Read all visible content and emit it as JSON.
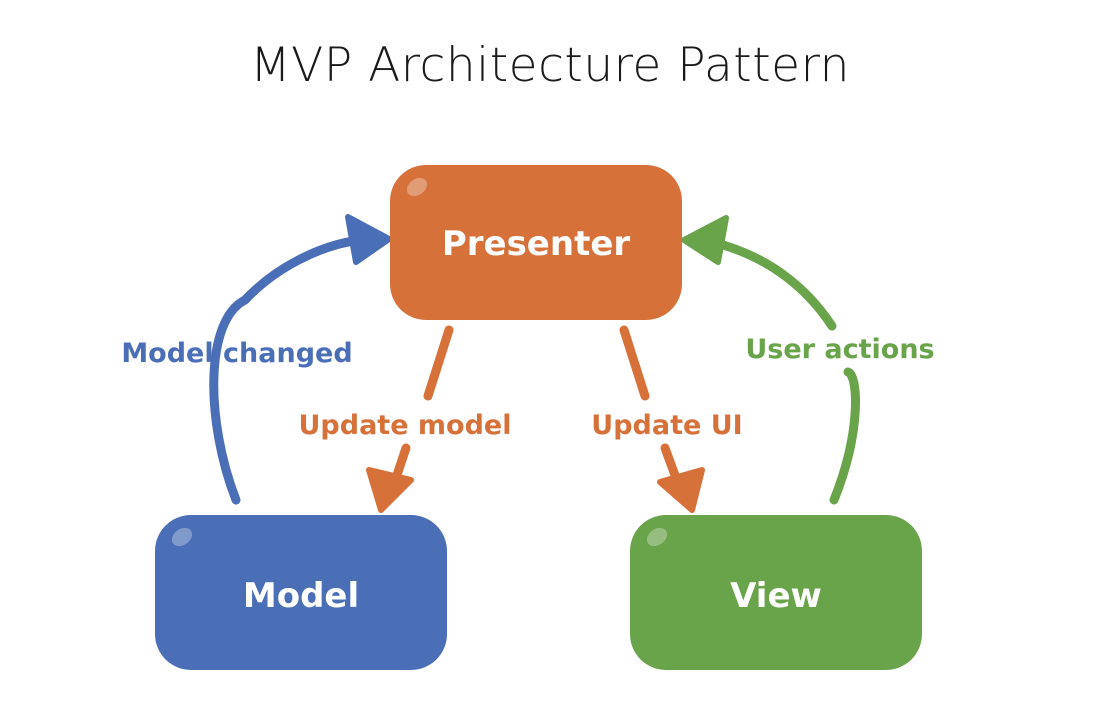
{
  "title": "MVP Architecture Pattern",
  "nodes": {
    "presenter": {
      "label": "Presenter",
      "color": "#d6713a"
    },
    "model": {
      "label": "Model",
      "color": "#4b6fb6"
    },
    "view": {
      "label": "View",
      "color": "#69a34a"
    }
  },
  "edges": {
    "model_changed": {
      "label": "Model changed",
      "color": "#4b6fb6"
    },
    "update_model": {
      "label": "Update model",
      "color": "#d6713a"
    },
    "update_ui": {
      "label": "Update UI",
      "color": "#d6713a"
    },
    "user_actions": {
      "label": "User actions",
      "color": "#69a34a"
    }
  }
}
